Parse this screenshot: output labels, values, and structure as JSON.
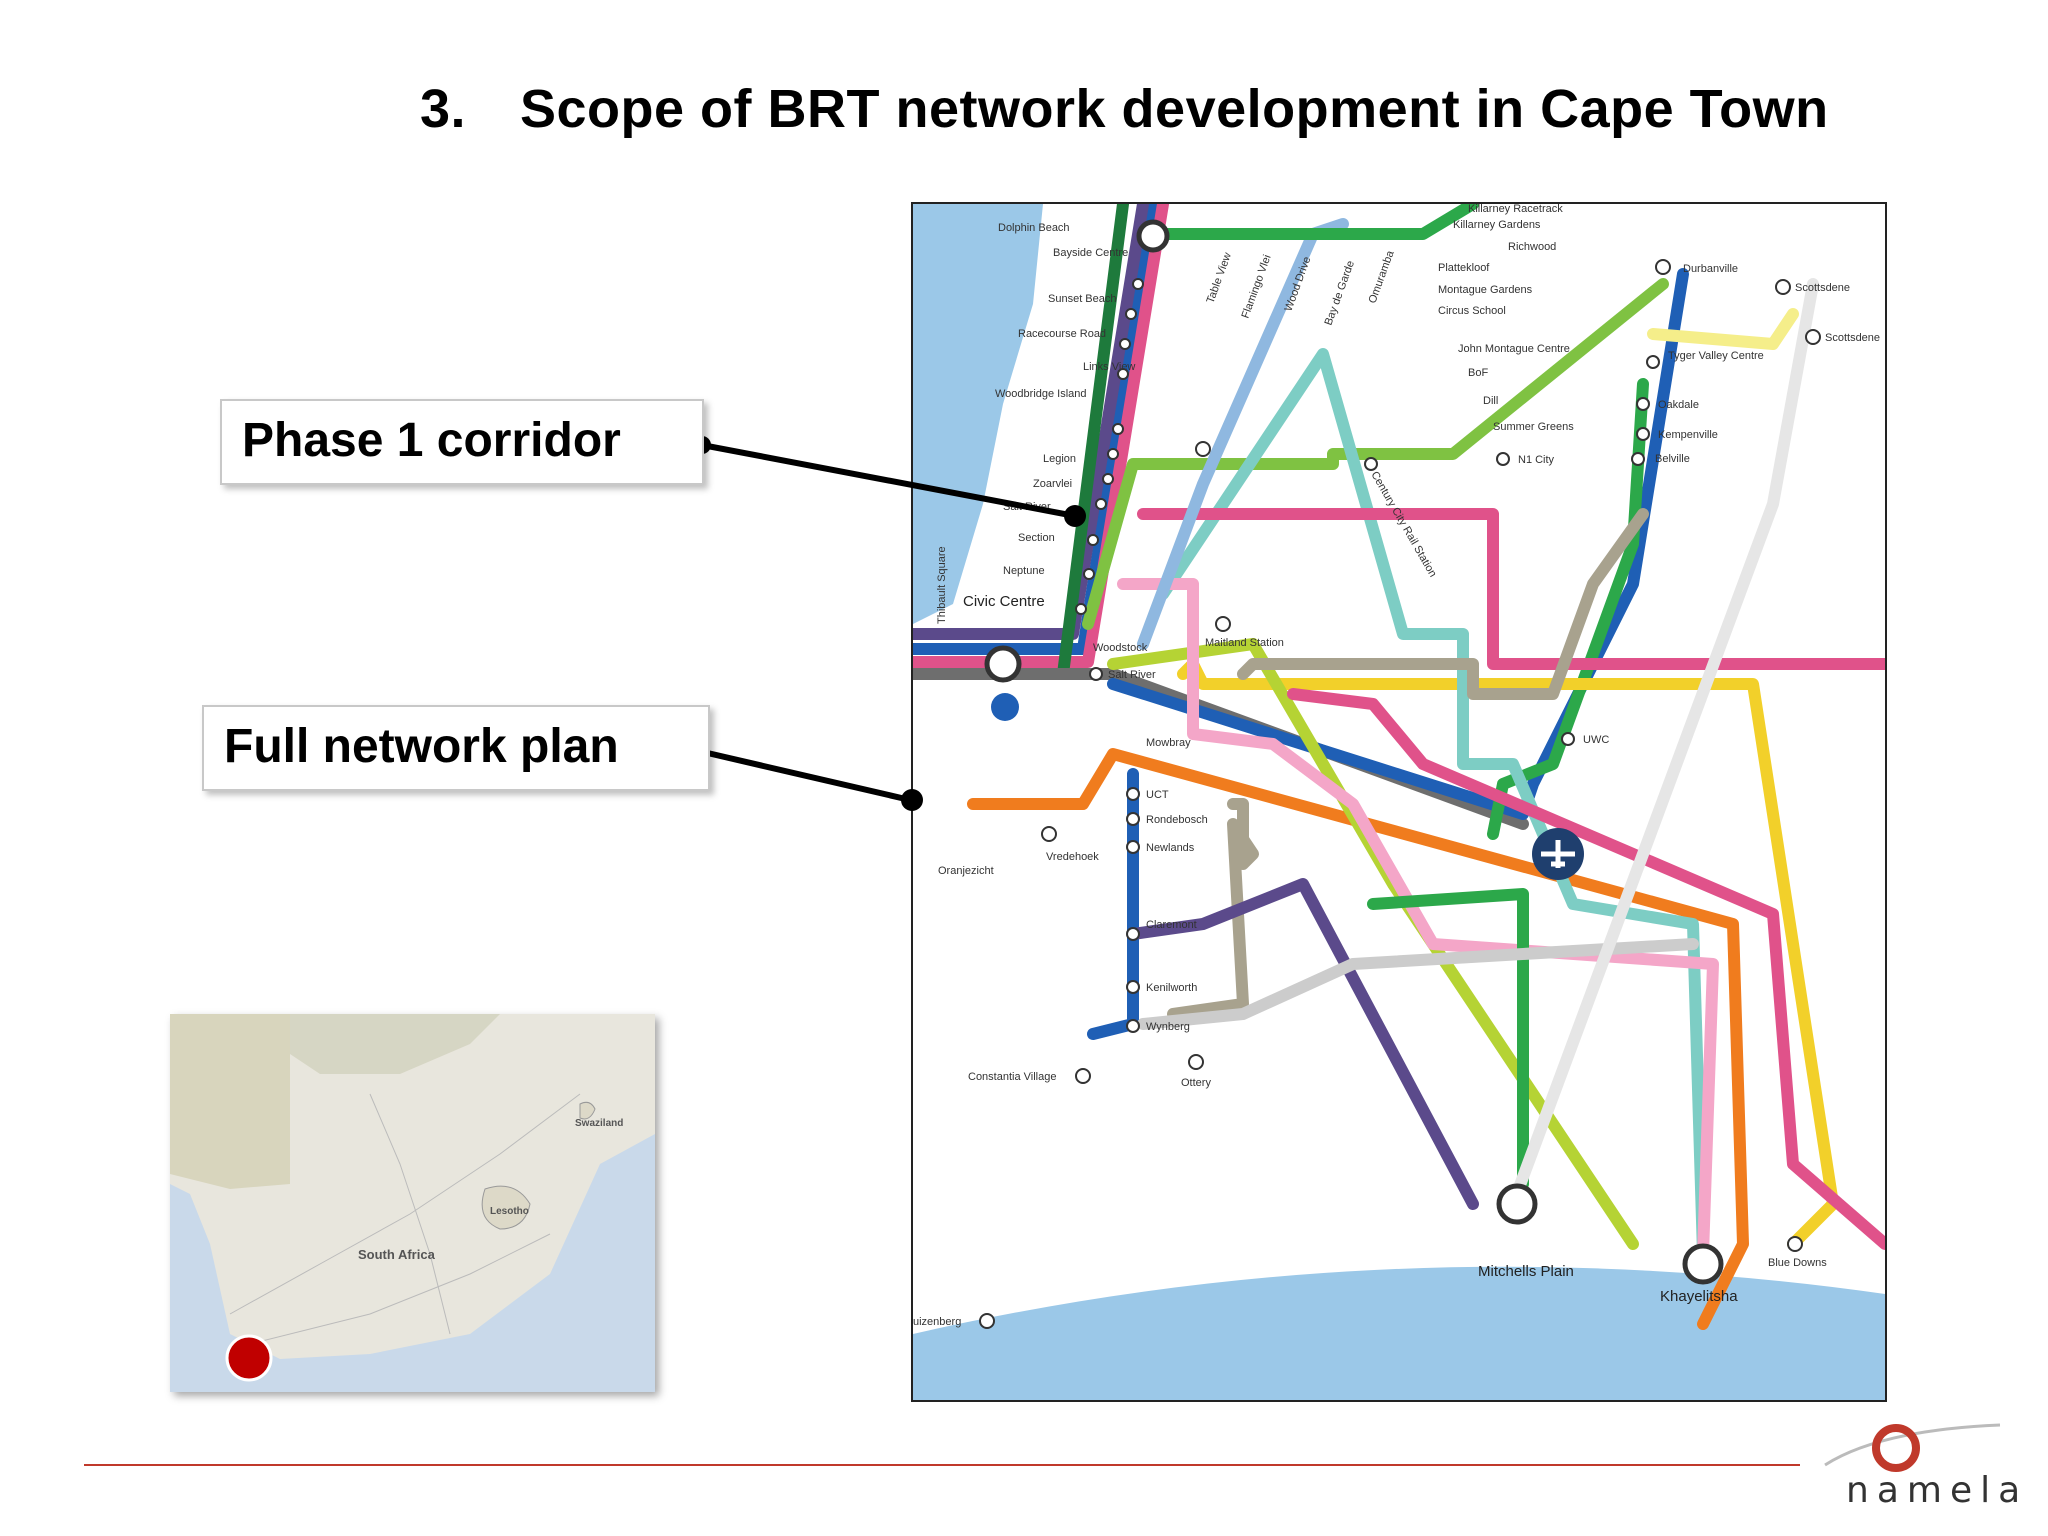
{
  "slide": {
    "title_number": "3.",
    "title_text": "Scope of BRT network development  in Cape Town"
  },
  "callouts": {
    "phase1": "Phase 1 corridor",
    "full_network": "Full network plan"
  },
  "map": {
    "stations": {
      "dolphin_beach": "Dolphin Beach",
      "bayside_centre": "Bayside Centre",
      "sunset_beach": "Sunset Beach",
      "racecourse_road": "Racecourse Road",
      "links_view": "Links View",
      "woodbridge_island": "Woodbridge Island",
      "killarney_racetrack": "Killarney Racetrack",
      "killarney_gardens": "Killarney Gardens",
      "richwood": "Richwood",
      "plattekloof": "Plattekloof",
      "montague_gardens": "Montague Gardens",
      "circus_school": "Circus School",
      "john_montague_centre": "John Montague Centre",
      "bof": "BoF",
      "dill": "Dill",
      "summer_greens": "Summer Greens",
      "durbanville": "Durbanville",
      "scottsdene_1": "Scottsdene",
      "scottsdene_2": "Scottsdene",
      "tyger_valley_centre": "Tyger Valley Centre",
      "oakdale": "Oakdale",
      "kempenville": "Kempenville",
      "belville": "Belville",
      "n1_city": "N1 City",
      "legion": "Legion",
      "zoarvlei": "Zoarvlei",
      "salt_river_b": "Salt River",
      "section": "Section",
      "neptune": "Neptune",
      "civic_centre": "Civic Centre",
      "woodstock": "Woodstock",
      "salt_river": "Salt River",
      "maitland_station": "Maitland Station",
      "mowbray": "Mowbray",
      "uct": "UCT",
      "rondebosch": "Rondebosch",
      "newlands": "Newlands",
      "claremont": "Claremont",
      "kenilworth": "Kenilworth",
      "wynberg": "Wynberg",
      "constantia_village": "Constantia Village",
      "ottery": "Ottery",
      "uwc": "UWC",
      "mitchells_plain": "Mitchells Plain",
      "khayelitsha": "Khayelitsha",
      "blue_downs": "Blue Downs",
      "muizenberg": "uizenberg",
      "oranjezicht": "Oranjezicht",
      "vredehoek": "Vredehoek",
      "thibault_square": "Thibault Square",
      "table_view": "Table View",
      "flamingo_vlei": "Flamingo Vlei",
      "wood_drive": "Wood Drive",
      "bay_de_garde": "Bay de Garde",
      "omuramba": "Omuramba",
      "century_city": "Century City Rail Station"
    },
    "line_colors": {
      "blue": "#1f5fb5",
      "green": "#2ca84a",
      "lime": "#b5d334",
      "yellow": "#f2d02a",
      "orange": "#f07c1e",
      "pink": "#e0528a",
      "light_pink": "#f4a6c8",
      "teal": "#7dcdc4",
      "purple": "#5b4a8b",
      "gray": "#a8a28e",
      "light_gray": "#cccccc",
      "light_blue": "#8fb8e0",
      "dark_green": "#1e7a3c",
      "sea": "#9bc8e8"
    }
  },
  "inset": {
    "country": "South Africa",
    "lesotho": "Lesotho",
    "swaziland": "Swaziland",
    "marker_color": "#c00000"
  },
  "logo": {
    "brand": "namela",
    "color": "#c0392b"
  }
}
